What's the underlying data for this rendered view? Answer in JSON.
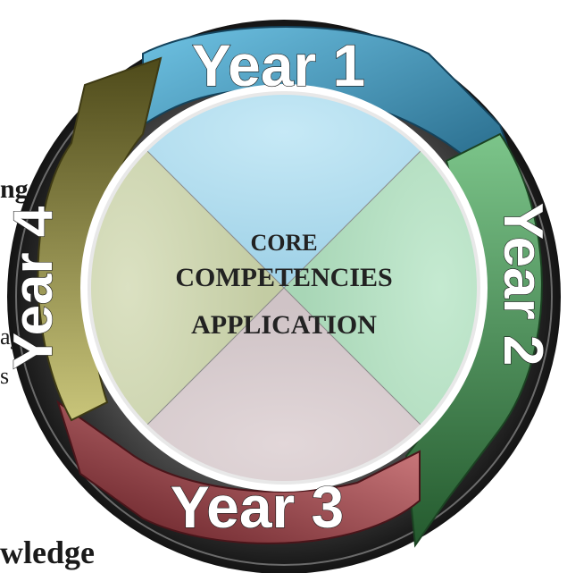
{
  "background_fragments": [
    "ng",
    "ay",
    "s",
    "wledge"
  ],
  "center": {
    "line1": "CORE",
    "line2": "COMPETENCIES",
    "line3": "APPLICATION"
  },
  "years": {
    "top": "Year 1",
    "right": "Year 2",
    "bottom": "Year 3",
    "left": "Year 4"
  },
  "colors": {
    "year1_arrow": "#2f7fa5",
    "year2_arrow": "#3d8a4a",
    "year3_arrow": "#8a2e33",
    "year4_arrow": "#8e8a3a",
    "center_top": "#a9d9ec",
    "center_right": "#b9e0c6",
    "center_bottom": "#d8cfd1",
    "center_left": "#cfd6b4"
  }
}
